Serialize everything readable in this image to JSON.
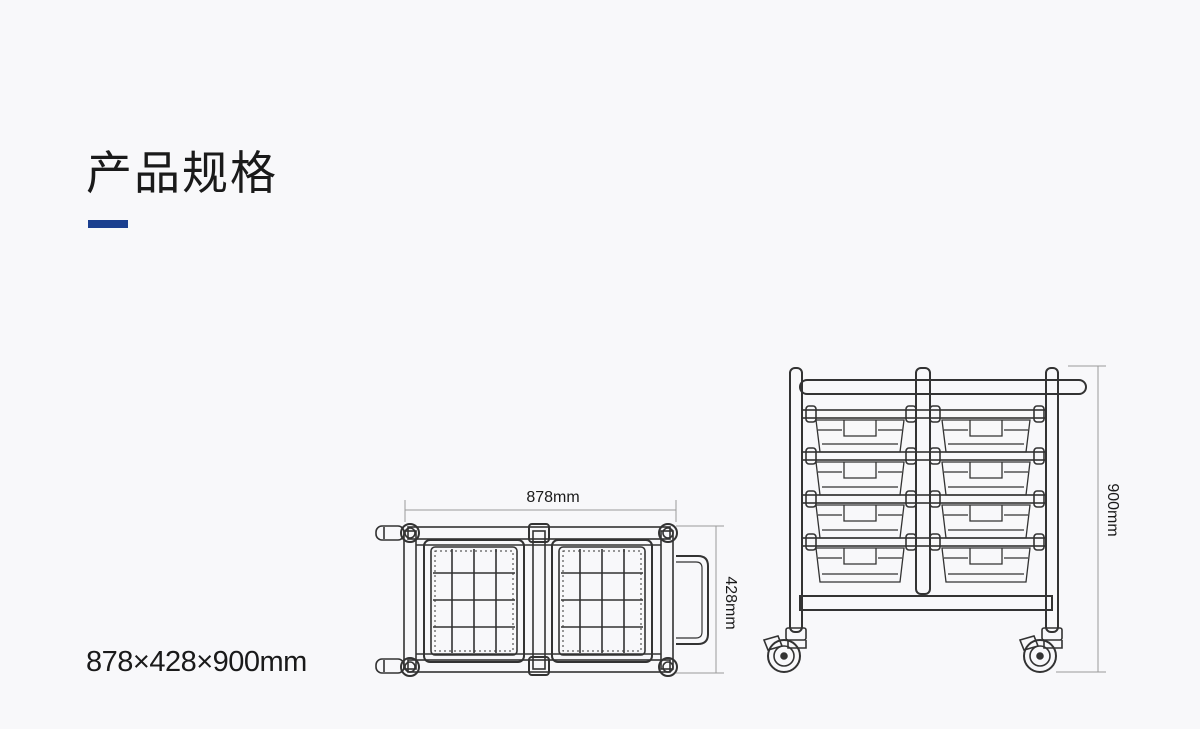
{
  "header": {
    "title": "产品规格",
    "accent_color": "#1b3f8f"
  },
  "spec": {
    "overall_dimensions": "878×428×900mm"
  },
  "top_view": {
    "width_label": "878mm",
    "depth_label": "428mm"
  },
  "front_view": {
    "height_label": "900mm"
  },
  "colors": {
    "line": "#333333",
    "dimension_line": "#9a9a9a"
  }
}
